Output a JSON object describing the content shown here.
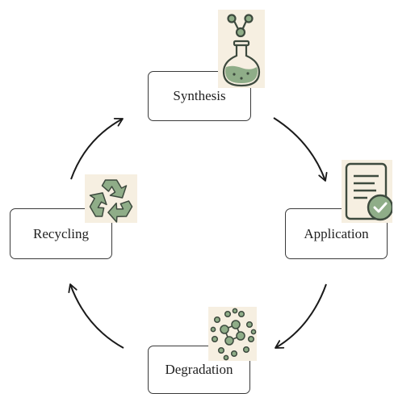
{
  "diagram": {
    "nodes": {
      "synthesis": "Synthesis",
      "application": "Application",
      "degradation": "Degradation",
      "recycling": "Recycling"
    },
    "icons": {
      "synthesis": "flask-icon",
      "application": "checked-document-icon",
      "degradation": "molecule-dots-icon",
      "recycling": "recycle-icon"
    },
    "colors": {
      "icon_fill": "#8fad88",
      "icon_stroke": "#3d4a3e",
      "icon_background": "#f6efe1",
      "arrow": "#1a1a1a",
      "box_border": "#3a3a3a"
    }
  }
}
